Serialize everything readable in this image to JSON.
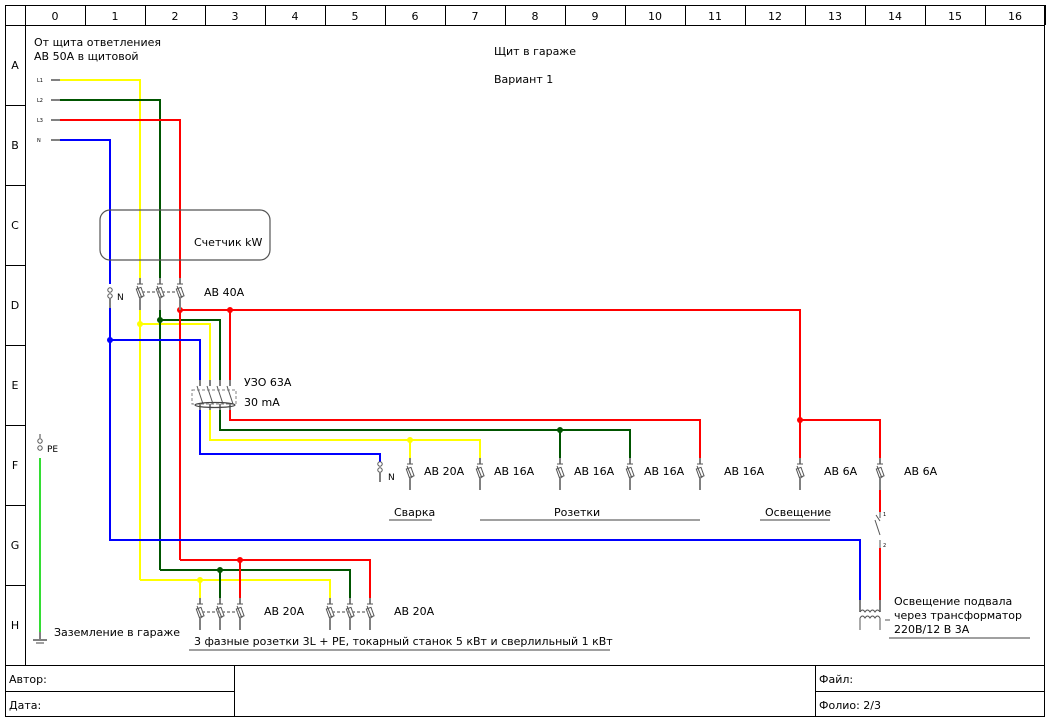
{
  "grid": {
    "columns": [
      "0",
      "1",
      "2",
      "3",
      "4",
      "5",
      "6",
      "7",
      "8",
      "9",
      "10",
      "11",
      "12",
      "13",
      "14",
      "15",
      "16"
    ],
    "rows": [
      "A",
      "B",
      "C",
      "D",
      "E",
      "F",
      "G",
      "H"
    ]
  },
  "header": {
    "title": "Щит в гараже",
    "variant": "Вариант 1"
  },
  "source": {
    "line1": "От щита ответлениея",
    "line2": "АВ 50А в щитовой",
    "terminals": [
      "L1",
      "L2",
      "L3",
      "N"
    ]
  },
  "colors": {
    "L1": "#ffff00",
    "L2": "#005500",
    "L3": "#ff0000",
    "N": "#0000ff",
    "PE": "#33dd33",
    "device": "#808080"
  },
  "meter": {
    "label": "Счетчик kW"
  },
  "main_breaker": {
    "label": "АВ 40А",
    "neutral": "N"
  },
  "rcd": {
    "line1": "УЗО 63А",
    "line2": "30 mA"
  },
  "pe": {
    "label": "PE",
    "ground_label": "Заземление в гараже"
  },
  "branch_breakers": [
    {
      "label": "АВ 20А"
    },
    {
      "label": "АВ 16А"
    },
    {
      "label": "АВ 16А"
    },
    {
      "label": "АВ 16А"
    },
    {
      "label": "АВ 16А"
    },
    {
      "label": "АВ 6А"
    },
    {
      "label": "АВ 6А"
    }
  ],
  "branch_neutral": "N",
  "groups": {
    "welding": "Сварка",
    "sockets": "Розетки",
    "lighting": "Освещение"
  },
  "three_phase": {
    "breaker1": "АВ 20А",
    "breaker2": "АВ 20А",
    "caption": "3 фазные розетки 3L + PE, токарный станок 5 кВт и сверлильный 1 кВт"
  },
  "transformer": {
    "line1": "Освещение подвала",
    "line2": "через трансформатор",
    "line3": "220В/12 В 3А",
    "switch_pins": [
      "1",
      "2"
    ]
  },
  "title_block": {
    "author": "Автор:",
    "date": "Дата:",
    "file": "Файл:",
    "folio": "Фолио: 2/3"
  }
}
